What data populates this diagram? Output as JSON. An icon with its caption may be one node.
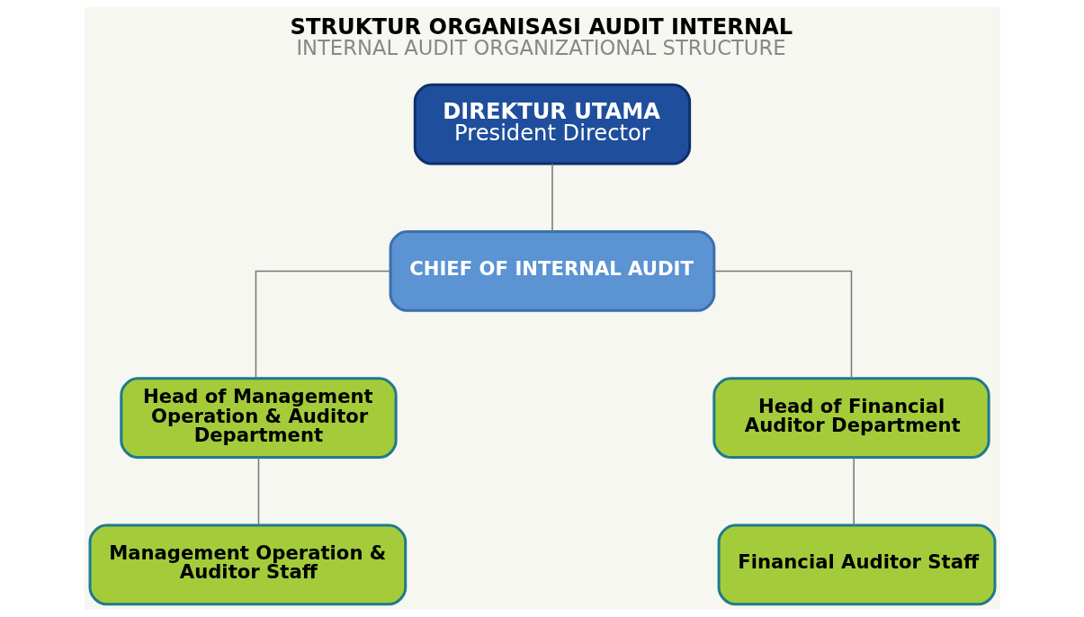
{
  "diagram": {
    "title": "STRUKTUR ORGANISASI AUDIT INTERNAL",
    "caption": "INTERNAL AUDIT ORGANIZATIONAL STRUCTURE",
    "nodes": [
      {
        "text": [
          "DIREKTUR UTAMA",
          "President Director"
        ]
      },
      {
        "text": [
          "CHIEF OF INTERNAL AUDIT"
        ]
      },
      {
        "text": [
          "Head of Management Operation & Auditor Department"
        ]
      },
      {
        "text": [
          "Head of Financial Auditor Department"
        ]
      },
      {
        "text": [
          "Management Operation & Auditor Staff"
        ]
      },
      {
        "text": [
          "Financial Auditor Staff"
        ]
      }
    ],
    "edges": [
      {
        "from": 0,
        "to": 1,
        "arrow": "none"
      },
      {
        "from": 1,
        "to": 2,
        "arrow": "none"
      },
      {
        "from": 1,
        "to": 3,
        "arrow": "none"
      },
      {
        "from": 2,
        "to": 4,
        "arrow": "none"
      },
      {
        "from": 3,
        "to": 5,
        "arrow": "none"
      }
    ]
  }
}
